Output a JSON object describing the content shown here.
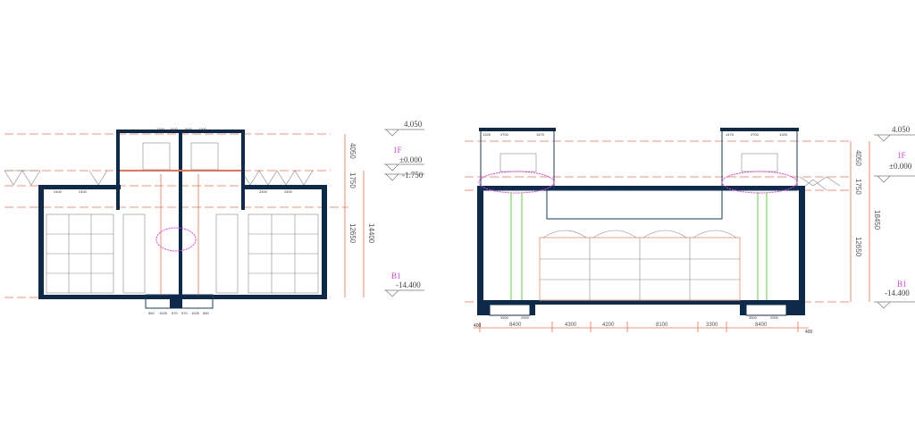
{
  "left_section": {
    "levels": {
      "top": "4.050",
      "floor_1f_name": "1F",
      "floor_1f": "±0.000",
      "mid": "-1.750",
      "floor_b1_name": "B1",
      "floor_b1": "-14.400"
    },
    "dimensions": {
      "upper": "4050",
      "middle": "1750",
      "lower": "12650",
      "total": "14400"
    },
    "small_dims": [
      "1200",
      "1600",
      "1600",
      "1200",
      "2400",
      "2400",
      "2400",
      "2400",
      "560",
      "1925",
      "570",
      "570",
      "1925",
      "560"
    ]
  },
  "right_section": {
    "levels": {
      "top": "4.050",
      "floor_1f_name": "1F",
      "floor_1f": "±0.000",
      "floor_b1_name": "B1",
      "floor_b1": "-14.400"
    },
    "dimensions": {
      "upper": "4050",
      "middle": "1750",
      "lower": "12650",
      "total": "18450"
    },
    "bottom_dims": [
      "400",
      "8400",
      "4300",
      "4200",
      "8100",
      "3300",
      "8400",
      "400"
    ],
    "pit_dims": [
      "3500",
      "2900",
      "3500",
      "2900"
    ],
    "top_dims": [
      "1325",
      "2700",
      "1475",
      "1475",
      "2700",
      "1325"
    ]
  },
  "colors": {
    "dimension": "#f07050",
    "wall": "#0d2a4a",
    "cloud": "#e040e0",
    "lift": "#7ed858"
  }
}
